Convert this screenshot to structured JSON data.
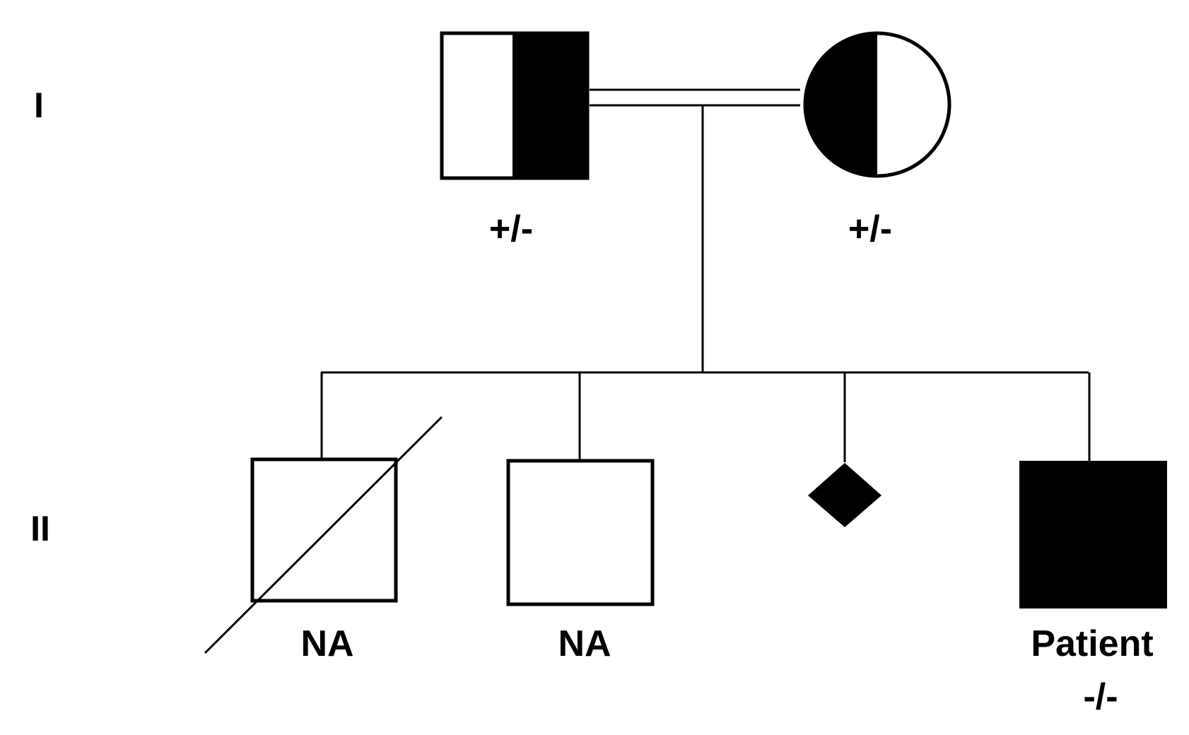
{
  "generations": [
    {
      "id": "I",
      "label": "I"
    },
    {
      "id": "II",
      "label": "II"
    }
  ],
  "individuals": [
    {
      "id": "I-1",
      "sex": "male",
      "status": "carrier (left half open, right half filled)",
      "genotype": "+/-"
    },
    {
      "id": "I-2",
      "sex": "female",
      "status": "carrier (left half filled, right half open)",
      "genotype": "+/-"
    },
    {
      "id": "II-1",
      "sex": "male",
      "status": "unaffected, deceased",
      "note": "NA"
    },
    {
      "id": "II-2",
      "sex": "male",
      "status": "unaffected",
      "note": "NA"
    },
    {
      "id": "II-3",
      "sex": "unknown",
      "status": "affected (filled diamond)"
    },
    {
      "id": "II-4",
      "sex": "male",
      "status": "affected (filled square)",
      "name": "Patient",
      "genotype": "-/-"
    }
  ],
  "relationships": [
    {
      "type": "consanguineous",
      "partners": [
        "I-1",
        "I-2"
      ],
      "children": [
        "II-1",
        "II-2",
        "II-3",
        "II-4"
      ]
    }
  ],
  "colors": {
    "line": "#000000",
    "fill": "#000000",
    "background": "#ffffff"
  }
}
